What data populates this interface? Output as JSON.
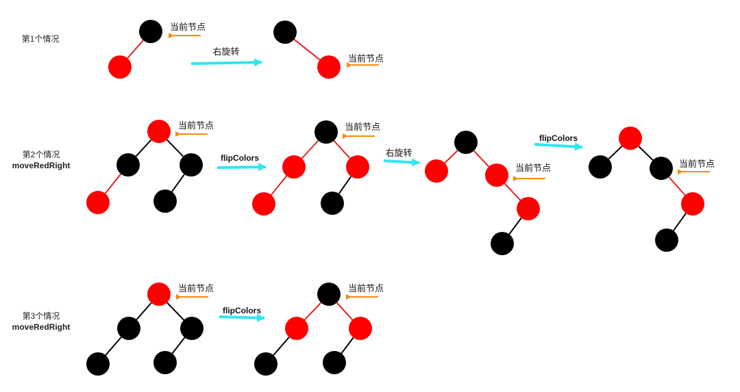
{
  "colors": {
    "red_node": "#ff0000",
    "black_node": "#000000",
    "red_link": "#e62020",
    "black_link": "#000000",
    "current_arrow": "#f7890f",
    "transform_arrow": "#2ee6f2"
  },
  "labels": {
    "current_node": "当前节点",
    "rotate_right": "右旋转",
    "flip_colors": "flipColors"
  },
  "cases": [
    {
      "name": "第1个情况",
      "func": ""
    },
    {
      "name": "第2个情况",
      "func": "moveRedRight"
    },
    {
      "name": "第3个情况",
      "func": "moveRedRight"
    }
  ],
  "trees": [
    {
      "nodes": [
        [
          "a",
          "black"
        ],
        [
          "b",
          "red"
        ]
      ],
      "edges": [
        [
          "a",
          "b",
          "red"
        ]
      ],
      "current": "a"
    },
    {
      "nodes": [
        [
          "a",
          "black"
        ],
        [
          "b",
          "red"
        ]
      ],
      "edges": [
        [
          "a",
          "b",
          "red"
        ]
      ],
      "current": "b"
    },
    {
      "nodes": [
        [
          "r",
          "red"
        ],
        [
          "L",
          "black"
        ],
        [
          "R",
          "black"
        ],
        [
          "LL",
          "red"
        ],
        [
          "RL",
          "black"
        ]
      ],
      "edges": [
        [
          "r",
          "L",
          "black"
        ],
        [
          "r",
          "R",
          "black"
        ],
        [
          "L",
          "LL",
          "red"
        ],
        [
          "R",
          "RL",
          "black"
        ]
      ],
      "current": "r"
    },
    {
      "nodes": [
        [
          "r",
          "black"
        ],
        [
          "L",
          "red"
        ],
        [
          "R",
          "red"
        ],
        [
          "LL",
          "red"
        ],
        [
          "RL",
          "black"
        ]
      ],
      "edges": [
        [
          "r",
          "L",
          "red"
        ],
        [
          "r",
          "R",
          "red"
        ],
        [
          "L",
          "LL",
          "red"
        ],
        [
          "R",
          "RL",
          "black"
        ]
      ],
      "current": "r"
    },
    {
      "nodes": [
        [
          "r",
          "black"
        ],
        [
          "L",
          "red"
        ],
        [
          "R",
          "red"
        ],
        [
          "RR",
          "red"
        ],
        [
          "RRL",
          "black"
        ]
      ],
      "edges": [
        [
          "r",
          "L",
          "red"
        ],
        [
          "r",
          "R",
          "red"
        ],
        [
          "R",
          "RR",
          "red"
        ],
        [
          "RR",
          "RRL",
          "black"
        ]
      ],
      "current": "R"
    },
    {
      "nodes": [
        [
          "r",
          "red"
        ],
        [
          "L",
          "black"
        ],
        [
          "R",
          "black"
        ],
        [
          "RR",
          "red"
        ],
        [
          "RRL",
          "black"
        ]
      ],
      "edges": [
        [
          "r",
          "L",
          "black"
        ],
        [
          "r",
          "R",
          "black"
        ],
        [
          "R",
          "RR",
          "red"
        ],
        [
          "RR",
          "RRL",
          "black"
        ]
      ],
      "current": "R"
    },
    {
      "nodes": [
        [
          "r",
          "red"
        ],
        [
          "L",
          "black"
        ],
        [
          "R",
          "black"
        ],
        [
          "LL",
          "black"
        ],
        [
          "RL",
          "black"
        ]
      ],
      "edges": [
        [
          "r",
          "L",
          "black"
        ],
        [
          "r",
          "R",
          "black"
        ],
        [
          "L",
          "LL",
          "black"
        ],
        [
          "R",
          "RL",
          "black"
        ]
      ],
      "current": "r"
    },
    {
      "nodes": [
        [
          "r",
          "black"
        ],
        [
          "L",
          "red"
        ],
        [
          "R",
          "red"
        ],
        [
          "LL",
          "black"
        ],
        [
          "RL",
          "black"
        ]
      ],
      "edges": [
        [
          "r",
          "L",
          "red"
        ],
        [
          "r",
          "R",
          "red"
        ],
        [
          "L",
          "LL",
          "black"
        ],
        [
          "R",
          "RL",
          "black"
        ]
      ],
      "current": "r"
    }
  ],
  "transforms": [
    {
      "label": "右旋转",
      "bold": false
    },
    {
      "label": "flipColors",
      "bold": true
    },
    {
      "label": "右旋转",
      "bold": false
    },
    {
      "label": "flipColors",
      "bold": true
    },
    {
      "label": "flipColors",
      "bold": true
    }
  ]
}
